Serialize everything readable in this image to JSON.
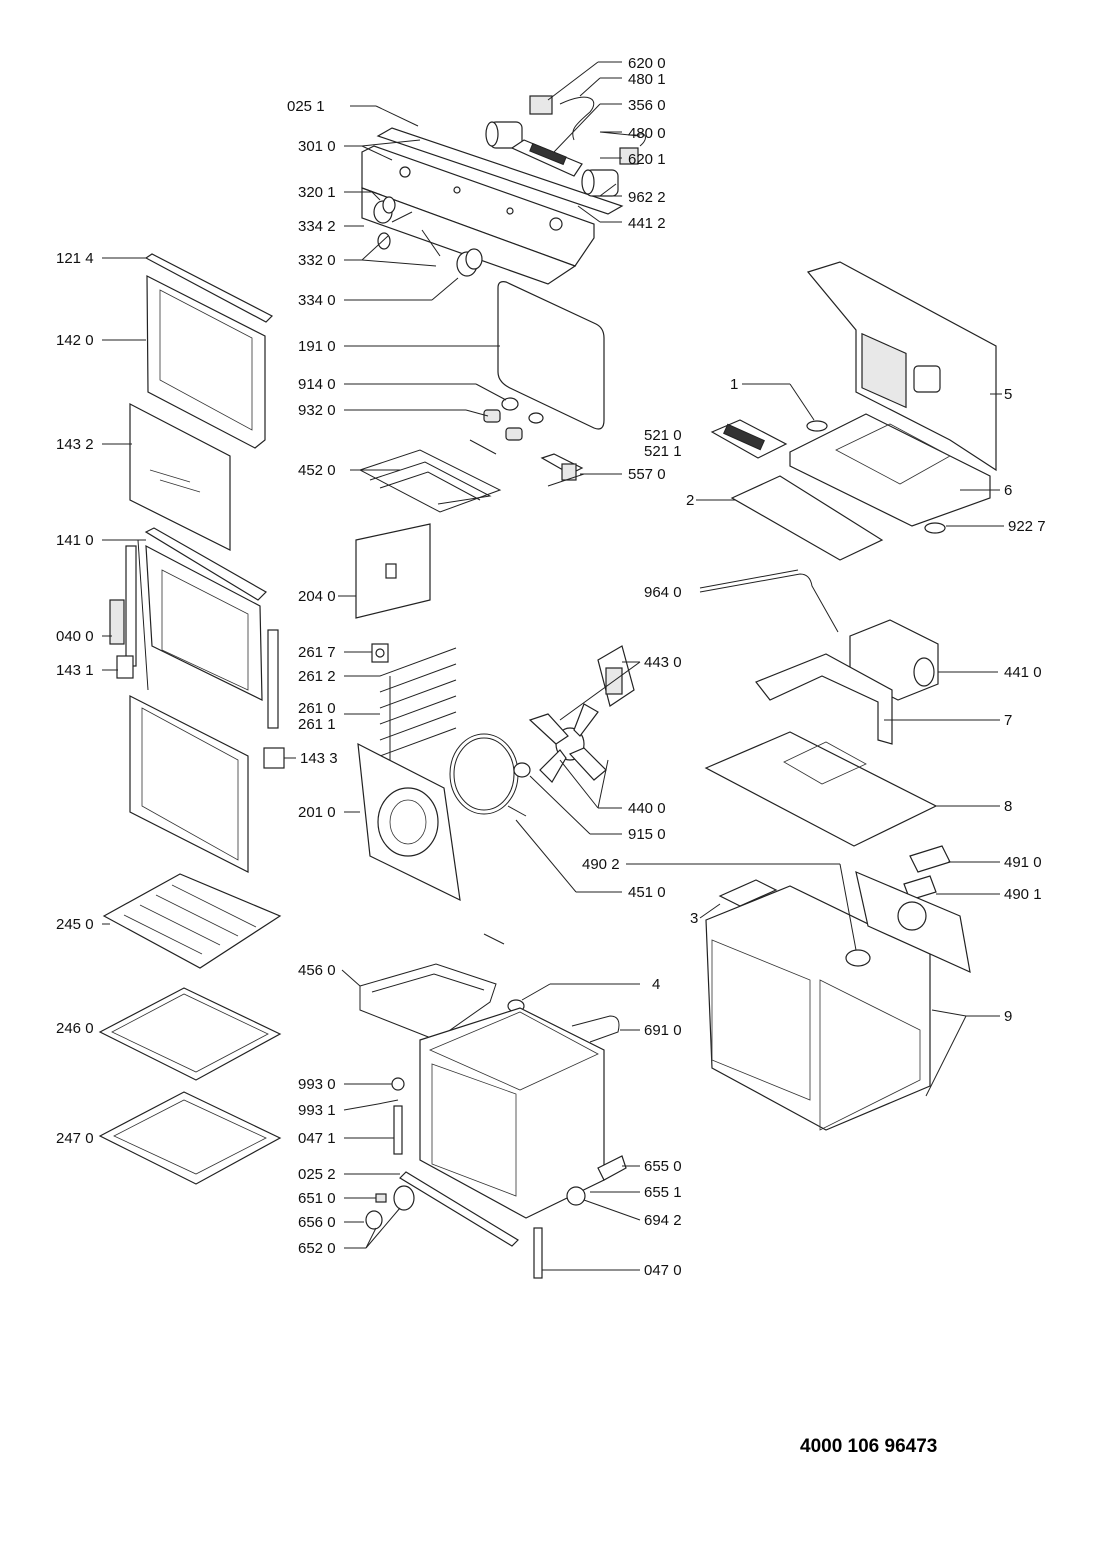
{
  "document_number": "4000 106 96473",
  "labels": {
    "l6200": "620 0",
    "l4801": "480 1",
    "l0251": "025 1",
    "l3560": "356 0",
    "l4800": "480 0",
    "l3010": "301 0",
    "l6201": "620 1",
    "l3201": "320 1",
    "l9622": "962 2",
    "l3342": "334 2",
    "l4412": "441 2",
    "l3320": "332 0",
    "l1214": "121 4",
    "l3340": "334 0",
    "l1420": "142 0",
    "l1910": "191 0",
    "l9140": "914 0",
    "l1": "1",
    "l5": "5",
    "l9320": "932 0",
    "l1432": "143 2",
    "l5210": "521 0",
    "l5211": "521 1",
    "l4520": "452 0",
    "l5570": "557 0",
    "l6": "6",
    "l2": "2",
    "l9227": "922 7",
    "l1410": "141 0",
    "l9640": "964 0",
    "l2040": "204 0",
    "l0400": "040 0",
    "l4430": "443 0",
    "l2617": "261 7",
    "l4410": "441 0",
    "l1431": "143 1",
    "l2612": "261 2",
    "l7": "7",
    "l2610": "261 0",
    "l2611": "261 1",
    "l1433": "143 3",
    "l4400": "440 0",
    "l8": "8",
    "l2010": "201 0",
    "l9150": "915 0",
    "l4902": "490 2",
    "l4910": "491 0",
    "l4510": "451 0",
    "l4901": "490 1",
    "l2450": "245 0",
    "l3": "3",
    "l4560": "456 0",
    "l4": "4",
    "l9": "9",
    "l2460": "246 0",
    "l6910": "691 0",
    "l9930": "993 0",
    "l9931": "993 1",
    "l2470": "247 0",
    "l0471": "047 1",
    "l6550": "655 0",
    "l0252": "025 2",
    "l6551": "655 1",
    "l6510": "651 0",
    "l6560": "656 0",
    "l6942": "694 2",
    "l6520": "652 0",
    "l0470": "047 0"
  }
}
